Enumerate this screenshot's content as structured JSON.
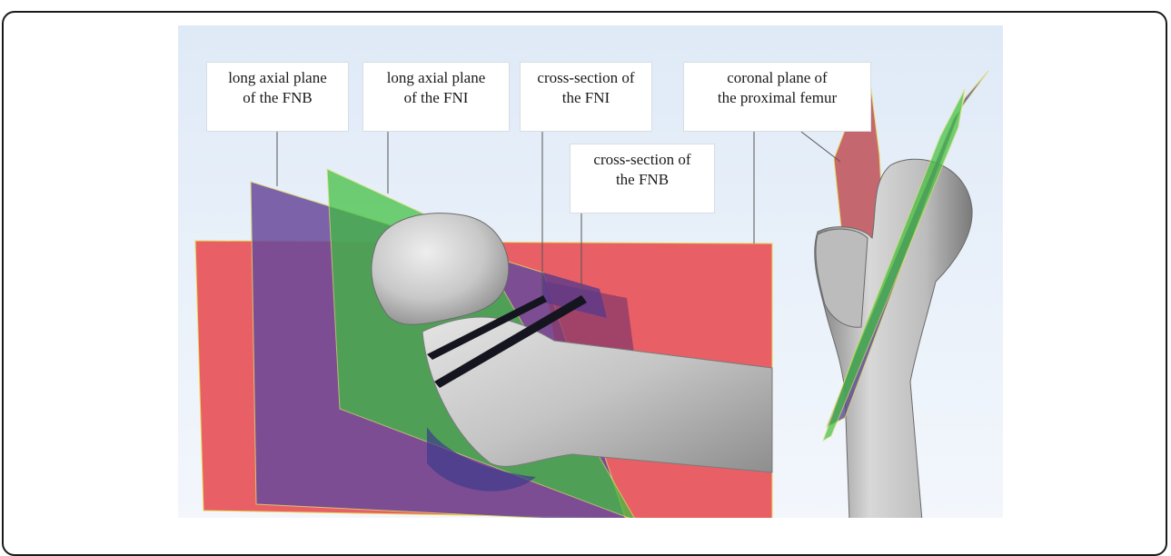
{
  "labels": {
    "fnb_axial": {
      "line1": "long axial plane",
      "line2": "of the FNB"
    },
    "fni_axial": {
      "line1": "long axial plane",
      "line2": "of the FNI"
    },
    "fni_cross": {
      "line1": "cross-section of",
      "line2": "the FNI"
    },
    "fnb_cross": {
      "line1": "cross-section of",
      "line2": "the FNB"
    },
    "coronal": {
      "line1": "coronal plane of",
      "line2": "the proximal femur"
    }
  },
  "colors": {
    "background_top": "#e4eef9",
    "background_bottom": "#f4f8fd",
    "coronal_plane": "#e8545a",
    "fnb_axial_plane": "#6e4a9e",
    "fni_axial_plane": "#3bbf3b",
    "cross_section": "#1a1a2a",
    "bone": "#c9c9c9"
  }
}
